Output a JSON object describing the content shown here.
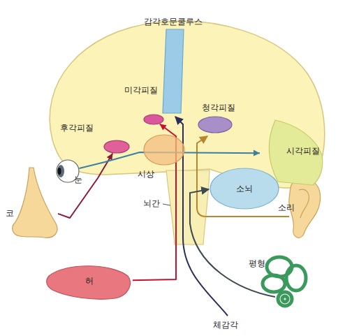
{
  "diagram": {
    "nodes": [
      {
        "text": [
          "감각호문쿨루스"
        ]
      },
      {
        "text": [
          "미각피질"
        ]
      },
      {
        "text": [
          "청각피질"
        ]
      },
      {
        "text": [
          "후각피질"
        ]
      },
      {
        "text": [
          "시각피질"
        ]
      },
      {
        "text": [
          "눈"
        ]
      },
      {
        "text": [
          "시상"
        ]
      },
      {
        "text": [
          "소뇌"
        ]
      },
      {
        "text": [
          "코"
        ]
      },
      {
        "text": [
          "허"
        ]
      }
    ],
    "edges": [
      {
        "from": 8,
        "to": 3,
        "arrow": "to"
      },
      {
        "from": 9,
        "to": 1,
        "arrow": "to"
      },
      {
        "from": 5,
        "to": 4,
        "arrow": "to"
      }
    ],
    "labels": [
      "뇌간",
      "소리",
      "평형",
      "체감각"
    ]
  }
}
